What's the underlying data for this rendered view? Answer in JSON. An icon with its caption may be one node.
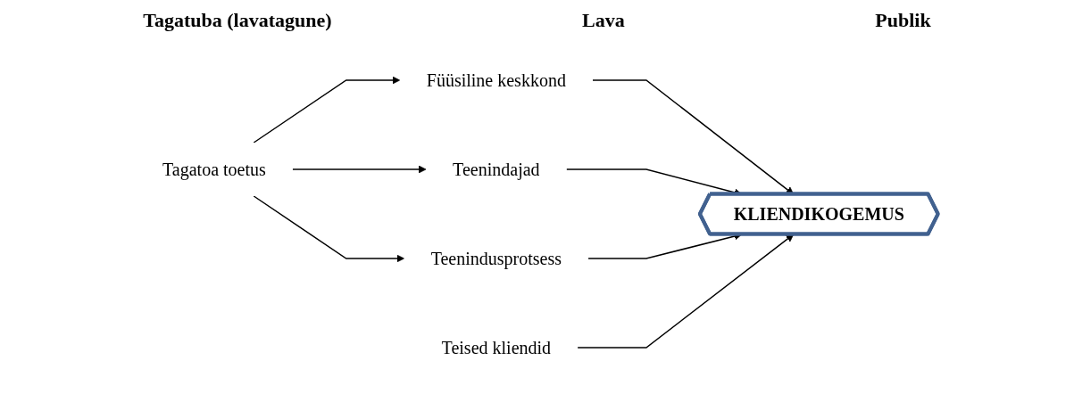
{
  "diagram": {
    "nodes": [
      {
        "text": [
          "Tagatoa toetus"
        ]
      },
      {
        "text": [
          "Füüsiline keskkond"
        ]
      },
      {
        "text": [
          "Teenindajad"
        ]
      },
      {
        "text": [
          "Teenindusprotsess"
        ]
      },
      {
        "text": [
          "KLIENDIKOGEMUS"
        ]
      },
      {
        "text": [
          "Teised kliendid"
        ]
      }
    ],
    "edges": [
      {
        "from": 0,
        "to": 1,
        "arrow": "to"
      },
      {
        "from": 0,
        "to": 2,
        "arrow": "to"
      },
      {
        "from": 0,
        "to": 3,
        "arrow": "to"
      },
      {
        "from": 1,
        "to": 4,
        "arrow": "to"
      },
      {
        "from": 2,
        "to": 4,
        "arrow": "to"
      },
      {
        "from": 3,
        "to": 4,
        "arrow": "to"
      },
      {
        "from": 5,
        "to": 4,
        "arrow": "to"
      }
    ],
    "labels": [
      "Tagatuba (lavatagune)",
      "Lava",
      "Publik"
    ]
  }
}
